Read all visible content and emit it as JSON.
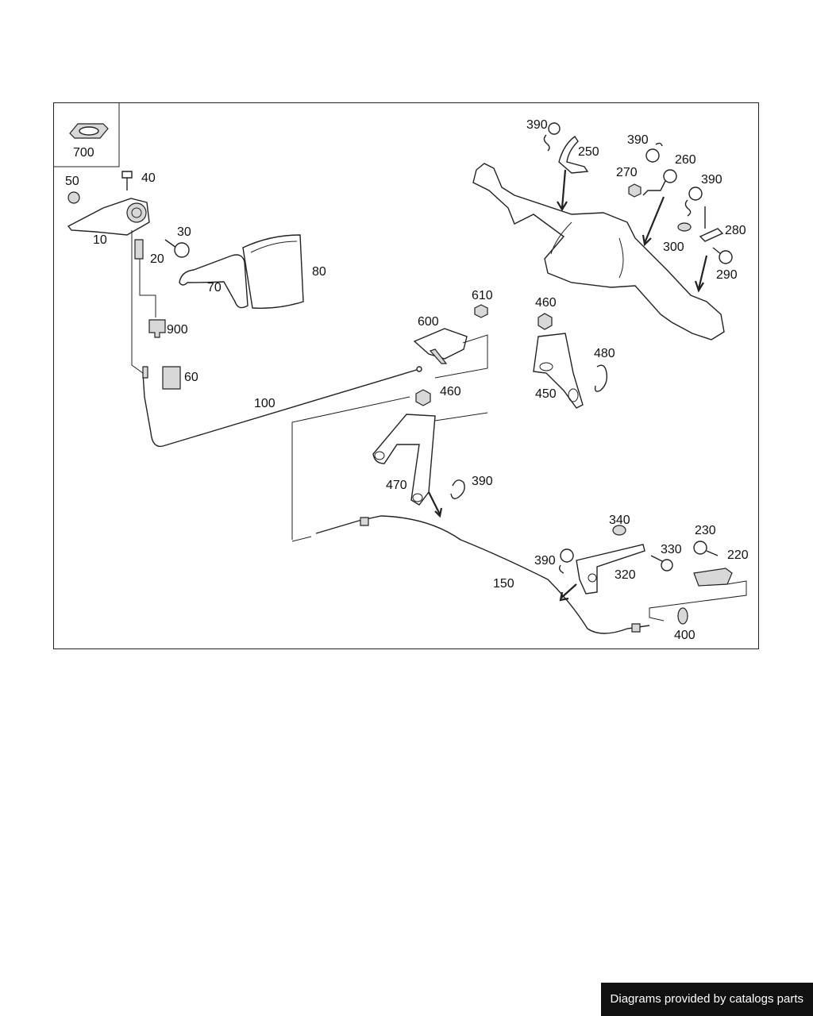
{
  "diagram": {
    "callouts": [
      {
        "id": "c700",
        "text": "700"
      },
      {
        "id": "c40",
        "text": "40"
      },
      {
        "id": "c50",
        "text": "50"
      },
      {
        "id": "c10",
        "text": "10"
      },
      {
        "id": "c30",
        "text": "30"
      },
      {
        "id": "c20",
        "text": "20"
      },
      {
        "id": "c70",
        "text": "70"
      },
      {
        "id": "c80",
        "text": "80"
      },
      {
        "id": "c900",
        "text": "900"
      },
      {
        "id": "c60",
        "text": "60"
      },
      {
        "id": "c100",
        "text": "100"
      },
      {
        "id": "c610",
        "text": "610"
      },
      {
        "id": "c600",
        "text": "600"
      },
      {
        "id": "c460a",
        "text": "460"
      },
      {
        "id": "c480",
        "text": "480"
      },
      {
        "id": "c450",
        "text": "450"
      },
      {
        "id": "c460b",
        "text": "460"
      },
      {
        "id": "c470",
        "text": "470"
      },
      {
        "id": "c390c",
        "text": "390"
      },
      {
        "id": "c150",
        "text": "150"
      },
      {
        "id": "c340",
        "text": "340"
      },
      {
        "id": "c230",
        "text": "230"
      },
      {
        "id": "c220",
        "text": "220"
      },
      {
        "id": "c390d",
        "text": "390"
      },
      {
        "id": "c330",
        "text": "330"
      },
      {
        "id": "c320",
        "text": "320"
      },
      {
        "id": "c400",
        "text": "400"
      },
      {
        "id": "c390a",
        "text": "390"
      },
      {
        "id": "c250",
        "text": "250"
      },
      {
        "id": "c390b",
        "text": "390"
      },
      {
        "id": "c260",
        "text": "260"
      },
      {
        "id": "c270",
        "text": "270"
      },
      {
        "id": "c390e",
        "text": "390"
      },
      {
        "id": "c280",
        "text": "280"
      },
      {
        "id": "c300",
        "text": "300"
      },
      {
        "id": "c290",
        "text": "290"
      }
    ]
  },
  "footer": {
    "credit": "Diagrams provided by catalogs parts"
  }
}
